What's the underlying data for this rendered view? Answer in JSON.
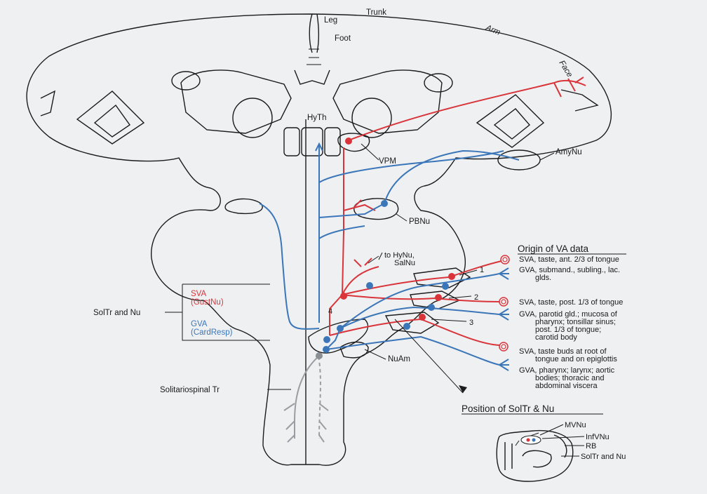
{
  "brain": {
    "cortex_labels": [
      "Trunk",
      "Leg",
      "Foot",
      "Arm",
      "Face"
    ],
    "hyth": "HyTh",
    "vpm": "VPM",
    "amynu": "AmyNu",
    "pbnu": "PBNu",
    "hynu_line1": "to HyNu,",
    "hynu_line2": "SalNu",
    "num_1": "1",
    "num_2": "2",
    "num_3": "3",
    "num_4": "4",
    "nuam": "NuAm",
    "solitariospinal": "Solitariospinal Tr"
  },
  "legend": {
    "soltr_label": "SolTr and Nu",
    "sva": "SVA",
    "gustnu": "(GustNu)",
    "gva": "GVA",
    "cardresp": "(CardResp)",
    "colors": {
      "sva": "#d9343a",
      "gva": "#3b76b8",
      "spinal": "#9a9ea3"
    }
  },
  "origin": {
    "title": "Origin of VA data",
    "entries": [
      {
        "lines": [
          "SVA, taste, ant. 2/3 of tongue"
        ]
      },
      {
        "lines": [
          "GVA, submand., subling., lac.",
          "glds."
        ]
      },
      {
        "lines": [
          "SVA, taste, post. 1/3 of tongue"
        ]
      },
      {
        "lines": [
          "GVA, parotid gld.; mucosa of",
          "pharynx;  tonsillar sinus;",
          "post. 1/3 of tongue;",
          "carotid body"
        ]
      },
      {
        "lines": [
          "SVA, taste buds at root of",
          "tongue and on epiglottis"
        ]
      },
      {
        "lines": [
          "GVA, pharynx;  larynx;  aortic",
          "bodies;  thoracic and",
          "abdominal viscera"
        ]
      }
    ]
  },
  "position": {
    "title": "Position of SolTr & Nu",
    "labels": [
      "MVNu",
      "InfVNu",
      "RB",
      "SolTr and Nu"
    ]
  }
}
